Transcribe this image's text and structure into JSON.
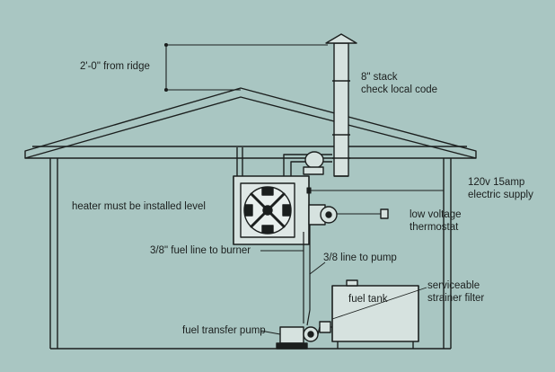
{
  "colors": {
    "background": "#a9c6c2",
    "ink": "#1b1f1e",
    "fill_light": "#d6e2df"
  },
  "labels": {
    "ridge_clearance": "2'-0\" from ridge",
    "stack_line1": "8\" stack",
    "stack_line2": "check local code",
    "electric_line1": "120v 15amp",
    "electric_line2": "electric supply",
    "heater_level": "heater must be installed level",
    "thermostat_line1": "low voltage",
    "thermostat_line2": "thermostat",
    "fuel_line_burner": "3/8\" fuel line to burner",
    "line_to_pump": "3/8 line to pump",
    "strainer_line1": "serviceable",
    "strainer_line2": "strainer filter",
    "fuel_tank": "fuel tank",
    "transfer_pump": "fuel transfer pump"
  }
}
